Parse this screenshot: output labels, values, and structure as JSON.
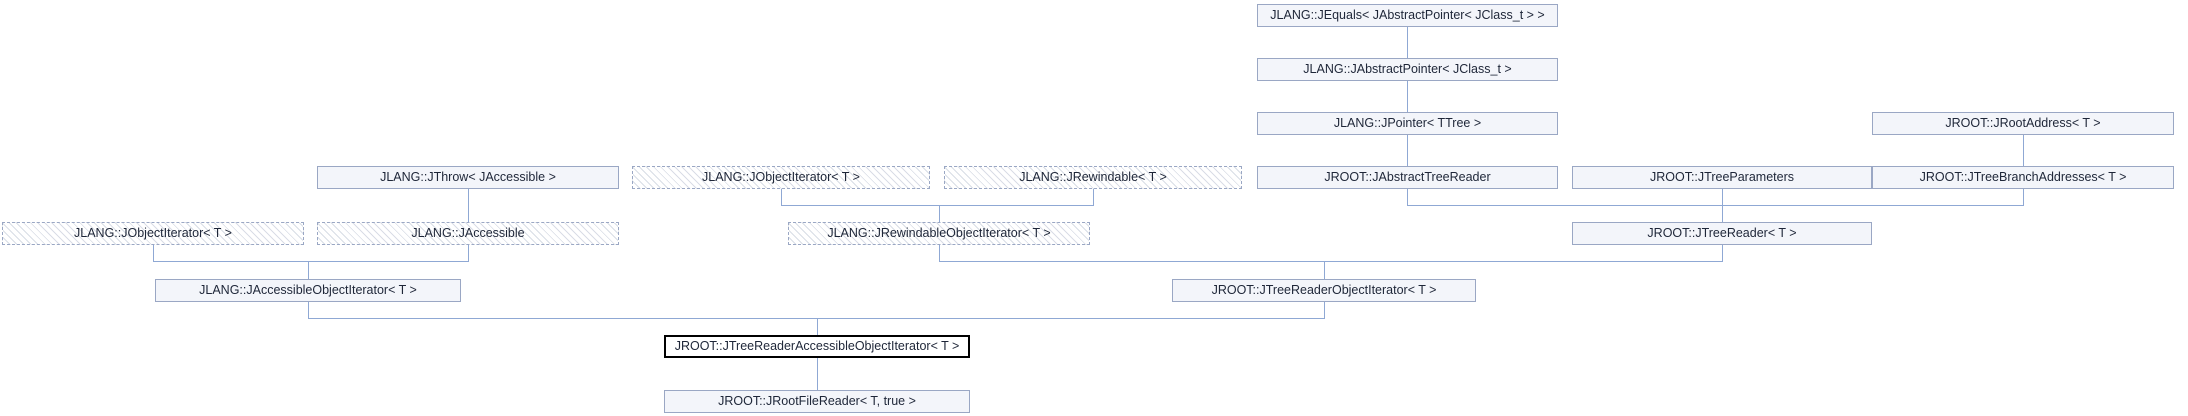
{
  "diagram": {
    "kind": "class-inheritance-diagram",
    "colors": {
      "edge": "#8fa8d4",
      "node_border": "#9aa7c4",
      "node_fill": "#f3f5fa",
      "main_border": "#000000",
      "text": "#1e2638"
    },
    "nodes": {
      "jequals": {
        "label": "JLANG::JEquals< JAbstractPointer< JClass_t > >"
      },
      "jabstractpointer": {
        "label": "JLANG::JAbstractPointer< JClass_t >"
      },
      "jpointer": {
        "label": "JLANG::JPointer< TTree >"
      },
      "jrootaddress": {
        "label": "JROOT::JRootAddress< T >"
      },
      "jthrow": {
        "label": "JLANG::JThrow< JAccessible >"
      },
      "jobjectiterator_a": {
        "label": "JLANG::JObjectIterator< T >"
      },
      "jrewindable": {
        "label": "JLANG::JRewindable< T >"
      },
      "jabstracttreereader": {
        "label": "JROOT::JAbstractTreeReader"
      },
      "jtreeparameters": {
        "label": "JROOT::JTreeParameters"
      },
      "jtreebranchaddresses": {
        "label": "JROOT::JTreeBranchAddresses< T >"
      },
      "jobjectiterator_b": {
        "label": "JLANG::JObjectIterator< T >"
      },
      "jaccessible": {
        "label": "JLANG::JAccessible"
      },
      "jrewindableobjectiterator": {
        "label": "JLANG::JRewindableObjectIterator< T >"
      },
      "jtreereader": {
        "label": "JROOT::JTreeReader< T >"
      },
      "jaccessibleobjectiterator": {
        "label": "JLANG::JAccessibleObjectIterator< T >"
      },
      "jtreereaderobjectiterator": {
        "label": "JROOT::JTreeReaderObjectIterator< T >"
      },
      "main": {
        "label": "JROOT::JTreeReaderAccessibleObjectIterator< T >"
      },
      "jrootfilereader": {
        "label": "JROOT::JRootFileReader< T, true >"
      }
    },
    "edges": [
      {
        "derived": "jabstractpointer",
        "base": "jequals"
      },
      {
        "derived": "jpointer",
        "base": "jabstractpointer"
      },
      {
        "derived": "jabstracttreereader",
        "base": "jpointer"
      },
      {
        "derived": "jtreebranchaddresses",
        "base": "jrootaddress"
      },
      {
        "derived": "jaccessible",
        "base": "jthrow"
      },
      {
        "derived": "jrewindableobjectiterator",
        "base": "jobjectiterator_a"
      },
      {
        "derived": "jrewindableobjectiterator",
        "base": "jrewindable"
      },
      {
        "derived": "jtreereader",
        "base": "jabstracttreereader"
      },
      {
        "derived": "jtreereader",
        "base": "jtreeparameters"
      },
      {
        "derived": "jtreereader",
        "base": "jtreebranchaddresses"
      },
      {
        "derived": "jaccessibleobjectiterator",
        "base": "jobjectiterator_b"
      },
      {
        "derived": "jaccessibleobjectiterator",
        "base": "jaccessible"
      },
      {
        "derived": "jtreereaderobjectiterator",
        "base": "jrewindableobjectiterator"
      },
      {
        "derived": "jtreereaderobjectiterator",
        "base": "jtreereader"
      },
      {
        "derived": "main",
        "base": "jaccessibleobjectiterator"
      },
      {
        "derived": "main",
        "base": "jtreereaderobjectiterator"
      },
      {
        "derived": "jrootfilereader",
        "base": "main"
      }
    ]
  }
}
